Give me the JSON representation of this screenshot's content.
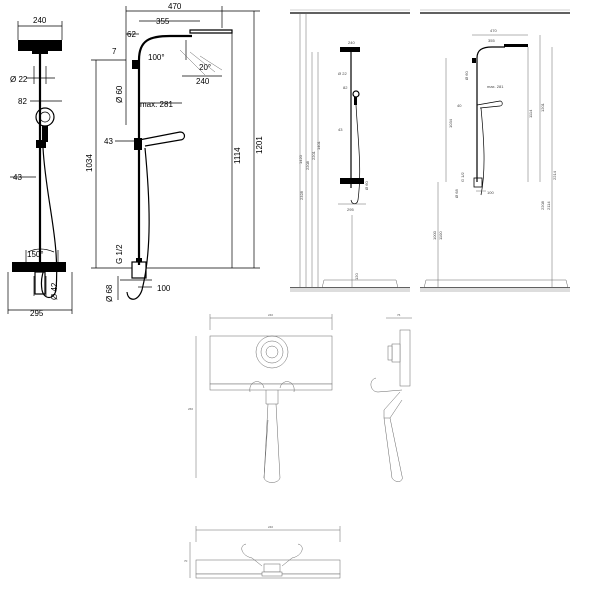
{
  "front_view": {
    "w_head": "240",
    "d_arm": "Ø 22",
    "h_handshower": "82",
    "d_rail": "43",
    "angle": "150°",
    "d_outlet": "Ø 42",
    "w_mixer": "295"
  },
  "side_view": {
    "w_total": "470",
    "w_arm": "355",
    "w_joint": "62",
    "w_7": "7",
    "angle_100": "100°",
    "angle_20": "20°",
    "w_head": "240",
    "d_60": "Ø 60",
    "max_281": "max. 281",
    "w_43": "43",
    "h_1034": "1034",
    "h_1114": "1114",
    "h_1201": "1201",
    "thread": "G 1/2",
    "d_68": "Ø 68",
    "w_100": "100"
  },
  "install_left": {
    "h_2328": "2328",
    "h_2208": "2208",
    "h_2201": "2201",
    "h_1420": "1420",
    "h_1401": "1401",
    "top_240": "240",
    "d_22": "Ø 22",
    "h_82": "82",
    "d_43": "43",
    "d_60": "Ø 60",
    "w_295": "295",
    "h_120": "120"
  },
  "install_right": {
    "w_470": "470",
    "w_355": "355",
    "d_60": "Ø 60",
    "d_40": "40",
    "max_281": "max. 281",
    "h_1034": "1034",
    "h_1114": "1114",
    "h_1201": "1201",
    "h_2214": "2214",
    "h_2114": "2114",
    "h_2208": "2208",
    "h_1100": "1100",
    "h_1000": "1000",
    "thread": "G 1/2",
    "d_68": "Ø 68",
    "w_100": "100"
  },
  "mixer_front": {
    "w": "240",
    "h": "266"
  },
  "mixer_side": {
    "w": "76"
  },
  "mixer_top": {
    "w": "240",
    "h": "70"
  }
}
